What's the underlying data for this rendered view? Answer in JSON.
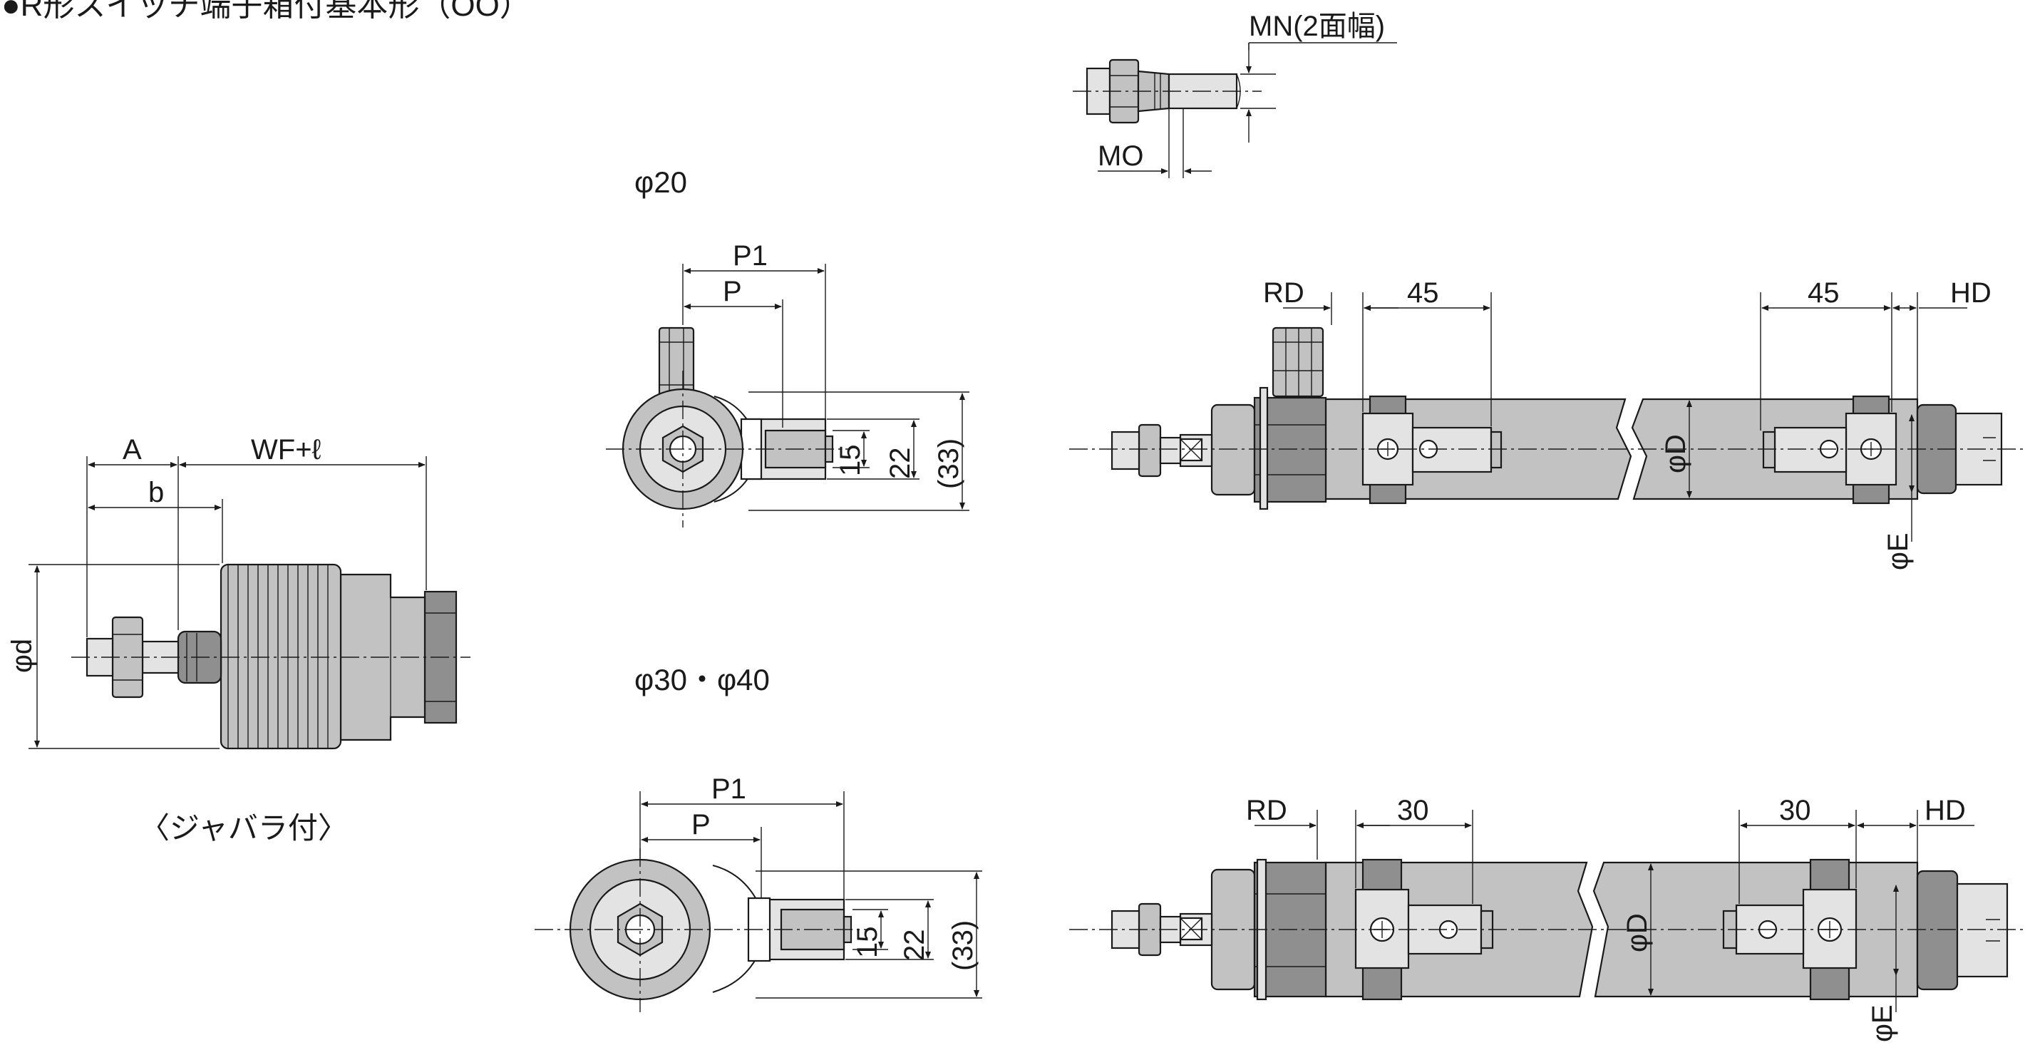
{
  "title": "●R形スイッチ端子箱付基本形（OO）",
  "captions": {
    "phi20": "φ20",
    "phi30_40": "φ30・φ40",
    "bellows": "〈ジャバラ付〉"
  },
  "dims": {
    "mn": "MN(2面幅)",
    "mo": "MO",
    "A": "A",
    "b": "b",
    "wf": "WF+ℓ",
    "phid": "φd",
    "P1": "P1",
    "P": "P",
    "d15": "15",
    "d22": "22",
    "d33": "(33)",
    "RD": "RD",
    "HD": "HD",
    "d45": "45",
    "d30": "30",
    "phiD": "φD",
    "phiE": "φE"
  },
  "colors": {
    "line": "#1a1a1a",
    "body": "#c2c2c2",
    "dark": "#8f8f8f",
    "light": "#e3e3e3"
  }
}
